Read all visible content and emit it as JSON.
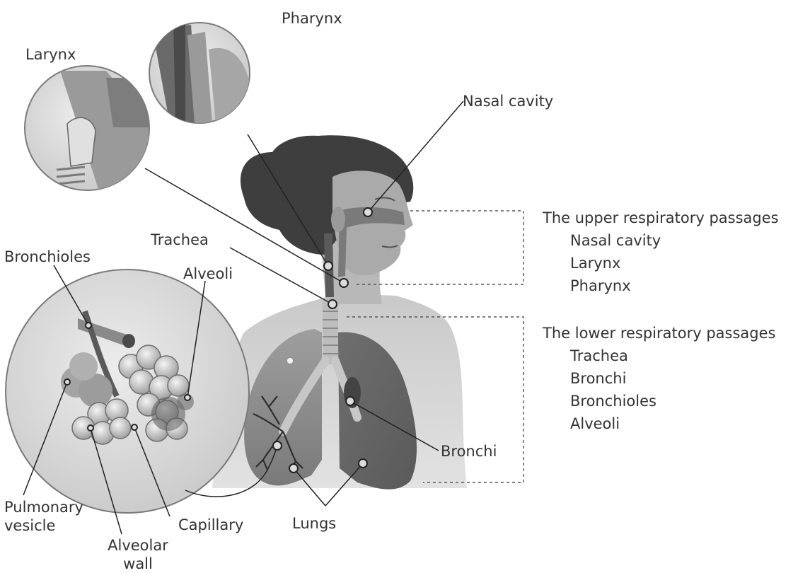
{
  "labels": {
    "pharynx": "Pharynx",
    "larynx": "Larynx",
    "nasal_cavity": "Nasal cavity",
    "trachea": "Trachea",
    "bronchioles": "Bronchioles",
    "alveoli": "Alveoli",
    "bronchi": "Bronchi",
    "lungs": "Lungs",
    "capillary": "Capillary",
    "pulmonary_vesicle": [
      "Pulmonary",
      "vesicle"
    ],
    "alveolar_wall": [
      "Alveolar",
      "wall"
    ]
  },
  "legend": {
    "upper": {
      "title": "The upper respiratory passages",
      "items": [
        "Nasal cavity",
        "Larynx",
        "Pharynx"
      ]
    },
    "lower": {
      "title": "The lower respiratory passages",
      "items": [
        "Trachea",
        "Bronchi",
        "Bronchioles",
        "Alveoli"
      ]
    }
  }
}
